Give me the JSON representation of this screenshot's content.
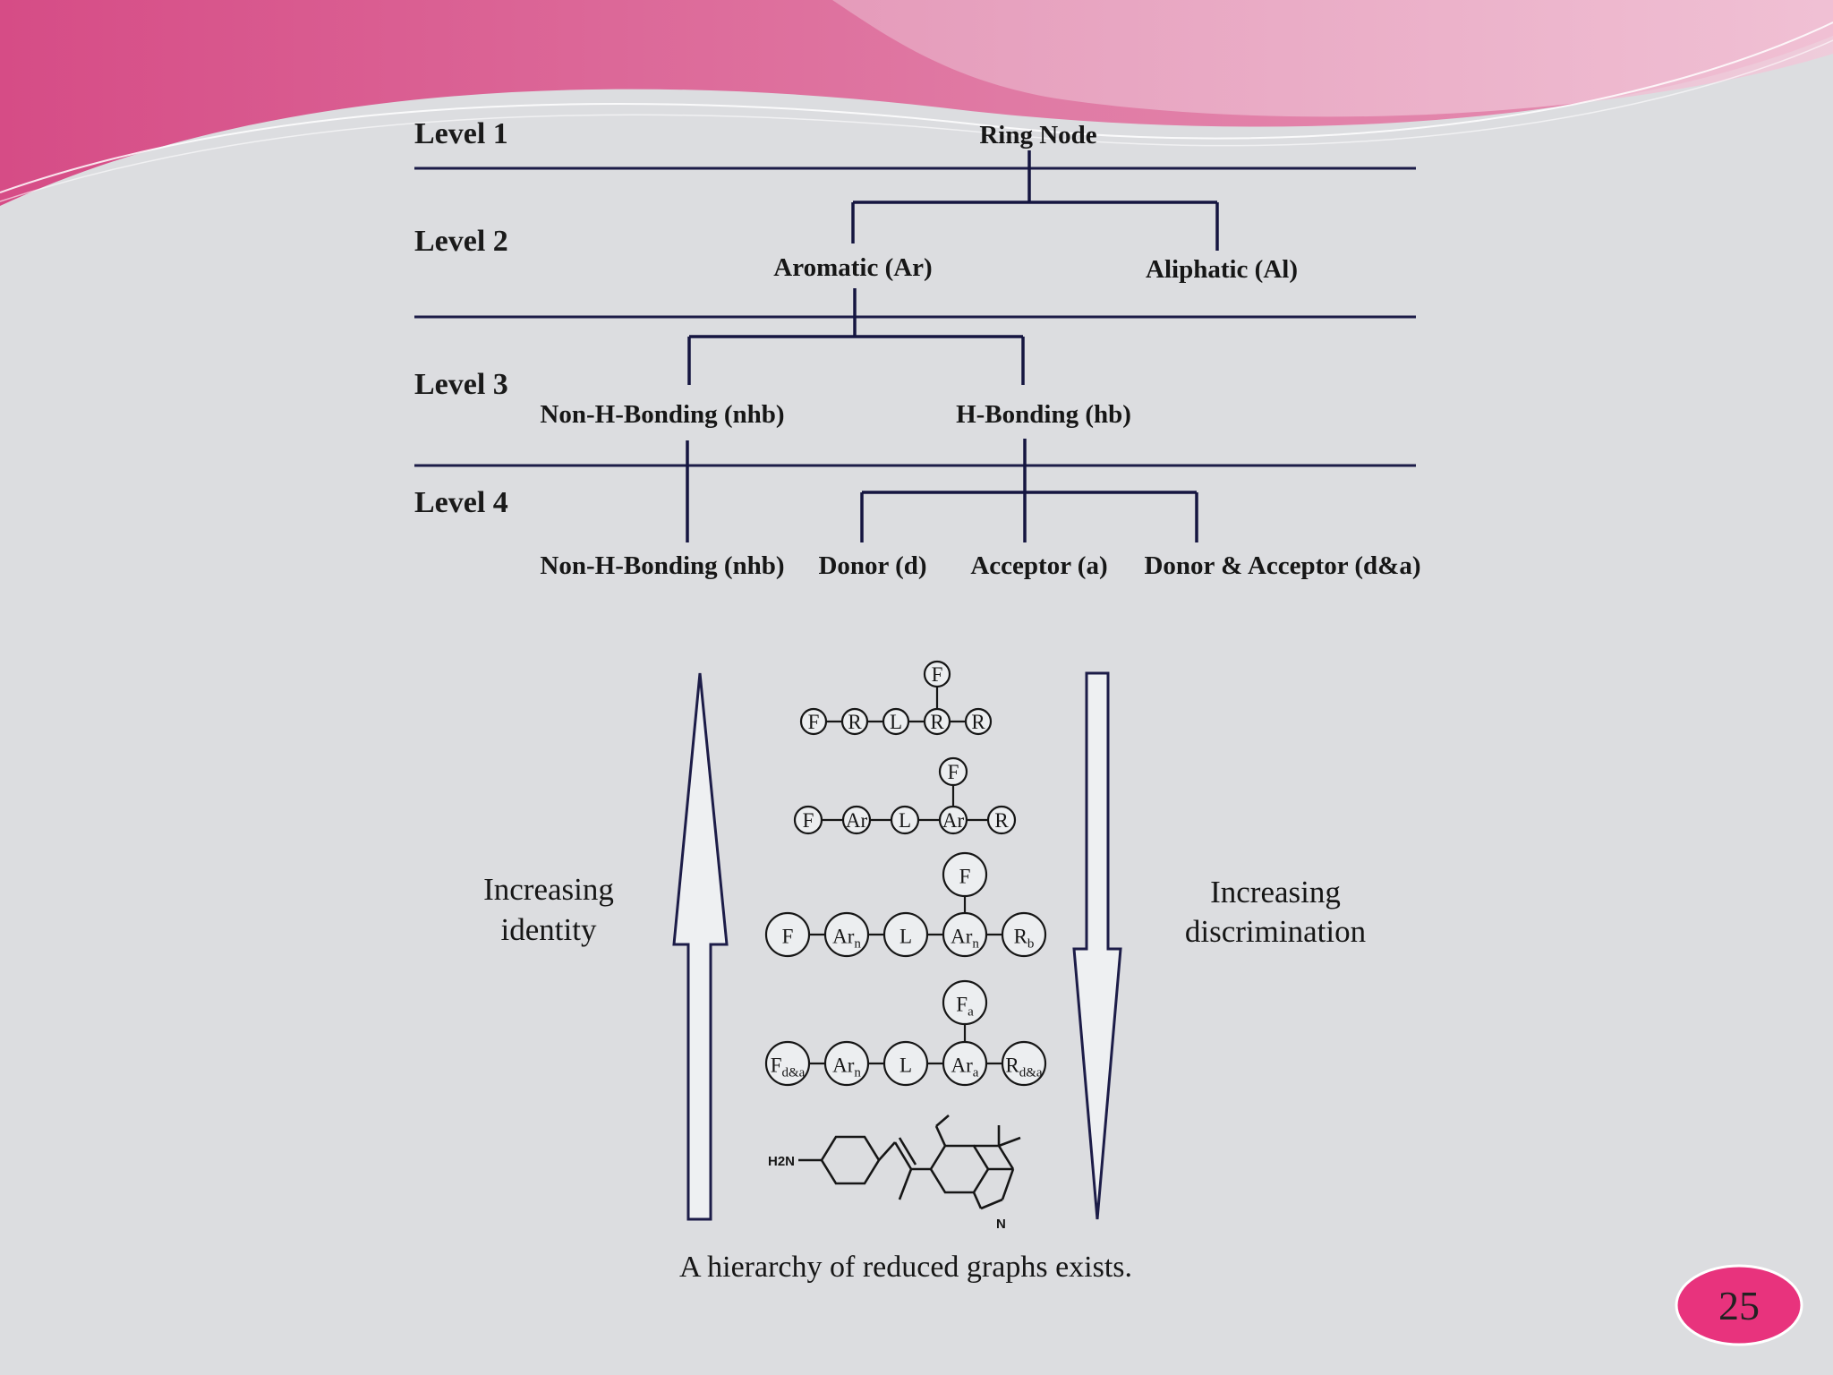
{
  "slide": {
    "page_number": "25",
    "accent_colors": {
      "banner_pink": "#d9508a",
      "banner_light": "#e9a9c4",
      "badge": "#e8337d"
    }
  },
  "hierarchy": {
    "levels": [
      "Level 1",
      "Level 2",
      "Level 3",
      "Level 4"
    ],
    "level1": {
      "root": "Ring Node"
    },
    "level2": {
      "aromatic": "Aromatic (Ar)",
      "aliphatic": "Aliphatic (Al)"
    },
    "level3": {
      "non_hb": "Non-H-Bonding (nhb)",
      "hb": "H-Bonding (hb)"
    },
    "level4": {
      "non_hb": "Non-H-Bonding (nhb)",
      "donor": "Donor (d)",
      "acceptor": "Acceptor (a)",
      "donor_acceptor": "Donor & Acceptor (d&a)"
    }
  },
  "reduced_graphs": {
    "left_label_line1": "Increasing",
    "left_label_line2": "identity",
    "right_label_line1": "Increasing",
    "right_label_line2": "discrimination",
    "caption": "A hierarchy of reduced graphs exists.",
    "row1": {
      "nodes": [
        "F",
        "R",
        "L",
        "R",
        "R"
      ],
      "top": "F"
    },
    "row2": {
      "nodes": [
        "F",
        "Ar",
        "L",
        "Ar",
        "R"
      ],
      "top": "F"
    },
    "row3": {
      "nodes": [
        "F",
        "Ar",
        "L",
        "Ar",
        "R"
      ],
      "subs": [
        "",
        "n",
        "",
        "n",
        "b"
      ],
      "top": "F",
      "top_sub": ""
    },
    "row4": {
      "nodes": [
        "F",
        "Ar",
        "L",
        "Ar",
        "R"
      ],
      "subs": [
        "d&a",
        "n",
        "",
        "a",
        "d&a"
      ],
      "top": "F",
      "top_sub": "a"
    },
    "molecule": {
      "amine": "H2N",
      "nitrogen": "N"
    }
  }
}
